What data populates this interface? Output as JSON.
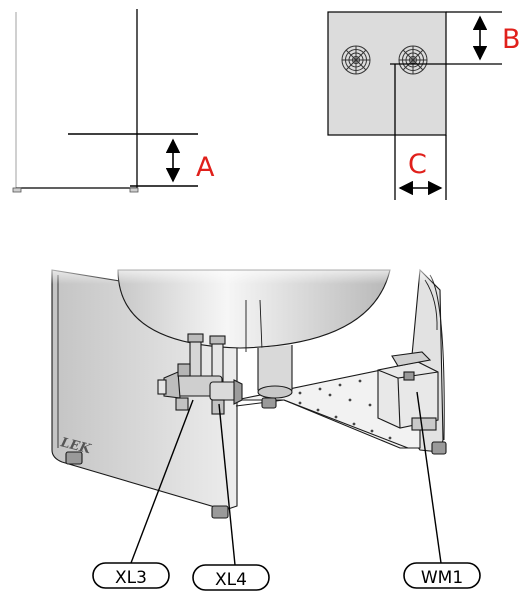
{
  "dimension_labels": {
    "a": "A",
    "b": "B",
    "c": "C"
  },
  "callouts": {
    "xl3": "XL3",
    "xl4": "XL4",
    "wm1": "WM1"
  },
  "watermark": "LEK",
  "colors": {
    "dimension_label": "#e0201b",
    "line": "#000000",
    "shade": "#d8d8d8",
    "shade_dark": "#a8a8a8"
  }
}
